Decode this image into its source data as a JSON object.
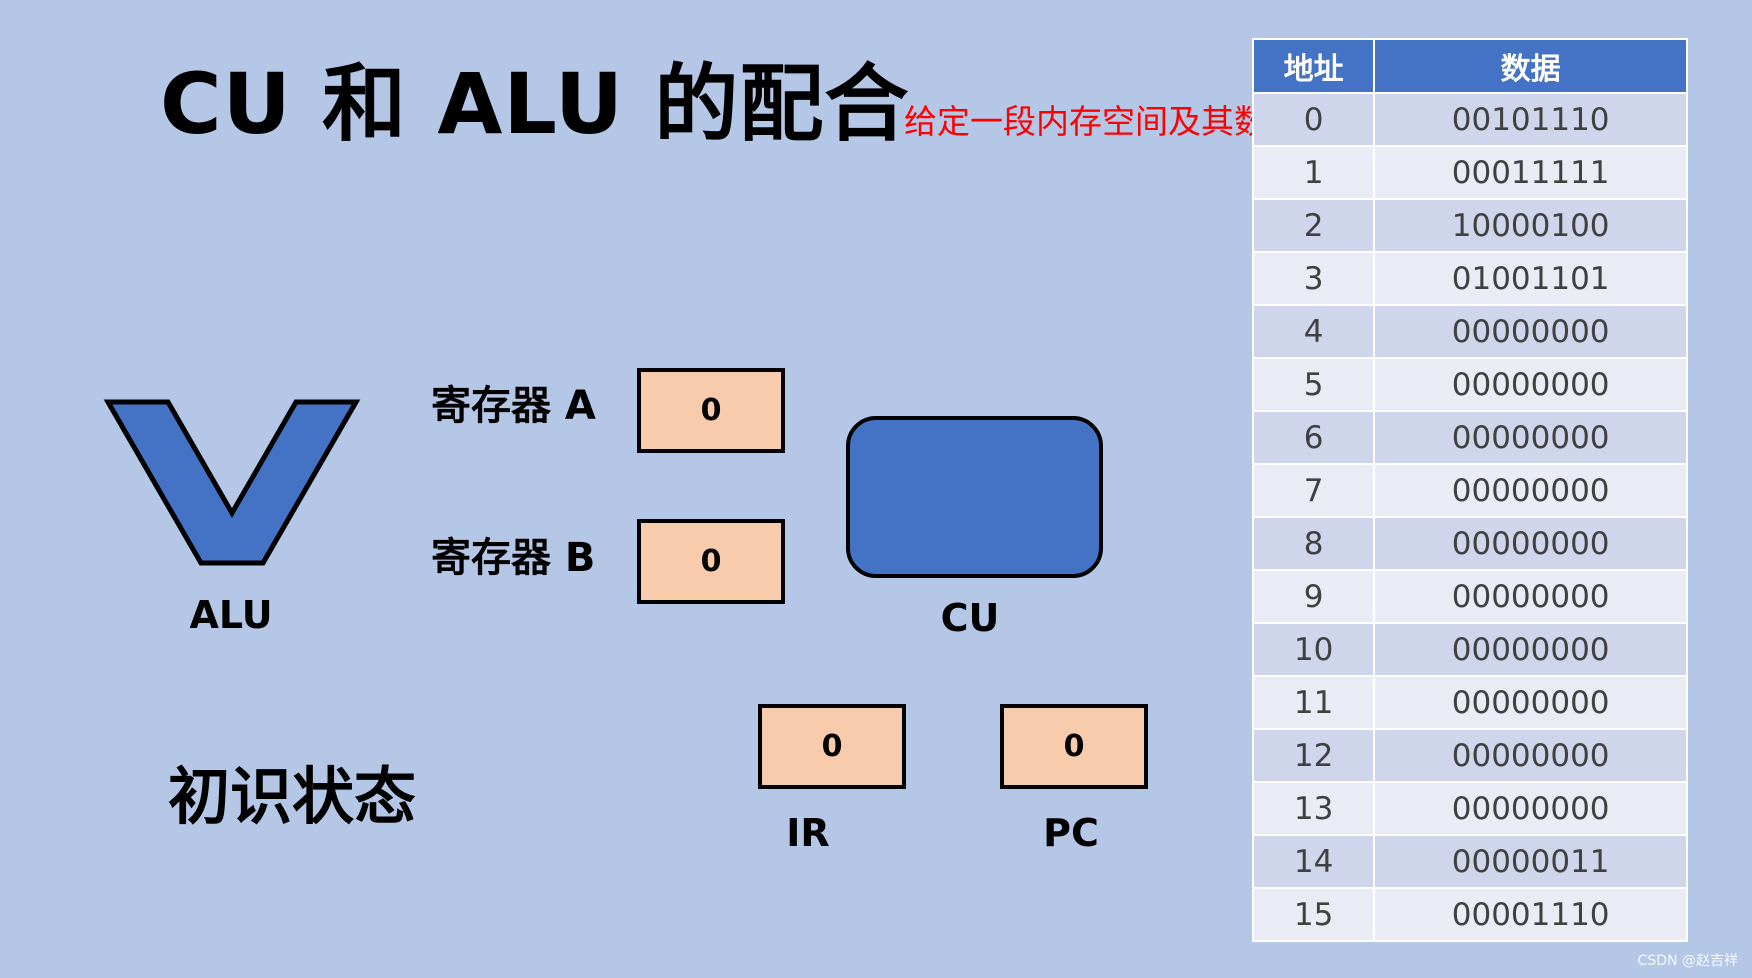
{
  "title": "CU 和 ALU 的配合",
  "note": "给定一段内存空间及其数据",
  "state_label": "初识状态",
  "alu": {
    "label": "ALU",
    "color": "#4472c4"
  },
  "cu": {
    "label": "CU",
    "color": "#4472c4"
  },
  "registers": {
    "a": {
      "label": "寄存器 A",
      "value": "0"
    },
    "b": {
      "label": "寄存器 B",
      "value": "0"
    },
    "ir": {
      "label": "IR",
      "value": "0"
    },
    "pc": {
      "label": "PC",
      "value": "0"
    }
  },
  "memory": {
    "headers": [
      "地址",
      "数据"
    ],
    "rows": [
      [
        "0",
        "00101110"
      ],
      [
        "1",
        "00011111"
      ],
      [
        "2",
        "10000100"
      ],
      [
        "3",
        "01001101"
      ],
      [
        "4",
        "00000000"
      ],
      [
        "5",
        "00000000"
      ],
      [
        "6",
        "00000000"
      ],
      [
        "7",
        "00000000"
      ],
      [
        "8",
        "00000000"
      ],
      [
        "9",
        "00000000"
      ],
      [
        "10",
        "00000000"
      ],
      [
        "11",
        "00000000"
      ],
      [
        "12",
        "00000000"
      ],
      [
        "13",
        "00000000"
      ],
      [
        "14",
        "00000011"
      ],
      [
        "15",
        "00001110"
      ]
    ]
  },
  "colors": {
    "background": "#b4c7e7",
    "register_fill": "#f8cbad",
    "note_text": "#ff0000",
    "table_header": "#4472c4",
    "table_row_dark": "#cfd5ea",
    "table_row_light": "#e9ebf5"
  },
  "watermark": "CSDN @赵吉祥"
}
